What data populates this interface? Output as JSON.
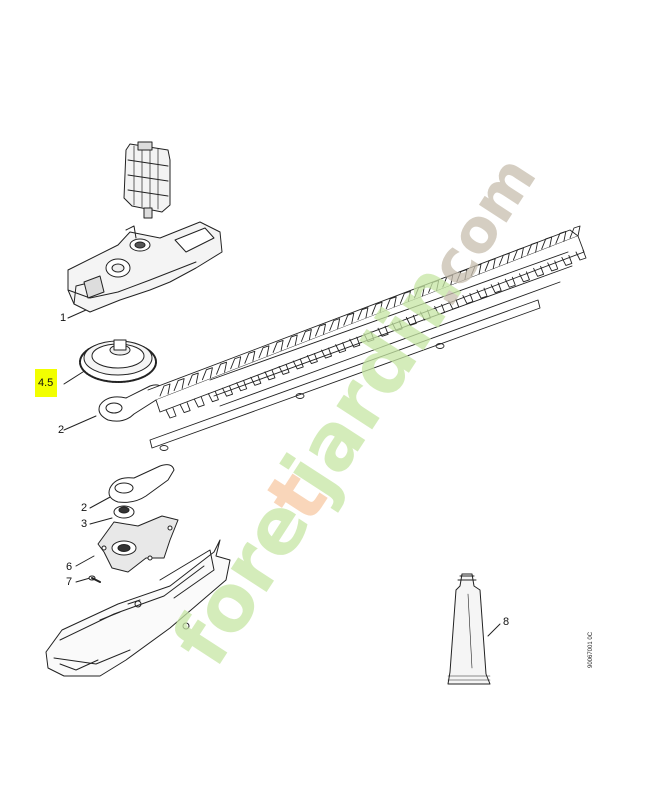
{
  "callouts": {
    "housing": "1",
    "gear": "4.5",
    "crank_upper": "2",
    "crank_lower": "2",
    "bearing": "3",
    "plate": "6",
    "screw": "7",
    "grease_tube": "8"
  },
  "reference_code": "90067001 0C",
  "watermark": {
    "text": "foretjardin.com",
    "color_green": "#c6e6a4",
    "color_orange": "#f7c9a3",
    "color_gray": "#c7beae"
  },
  "colors": {
    "line": "#222222",
    "highlight": "#f2ff00"
  }
}
